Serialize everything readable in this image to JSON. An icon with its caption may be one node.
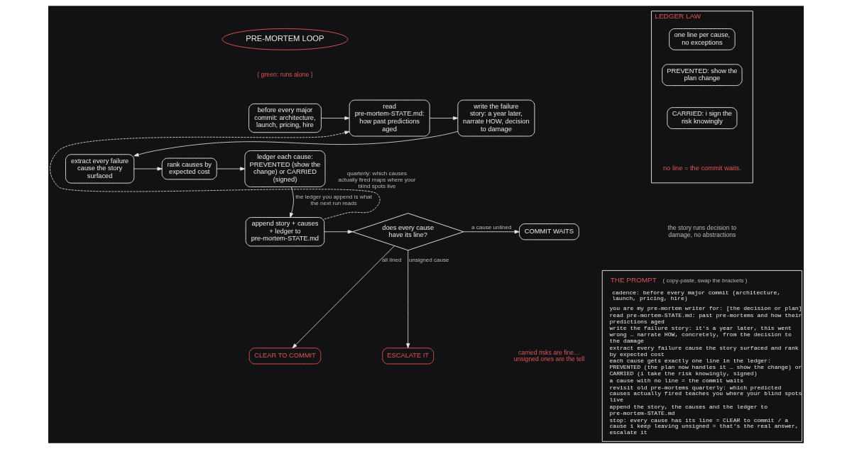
{
  "diagram": {
    "nodes": [
      {
        "text": [
          "PRE-MORTEM LOOP"
        ],
        "beside": [
          "( green: runs alone )"
        ]
      },
      {
        "text": [
          "before every major commit: architecture, launch, pricing, hire"
        ]
      },
      {
        "text": [
          "read pre-mortem-STATE.md: how past predictions aged"
        ]
      },
      {
        "text": [
          "write the failure story: a year later, narrate HOW, decision to damage"
        ]
      },
      {
        "text": [
          "extract every failure cause the story surfaced"
        ]
      },
      {
        "text": [
          "rank causes by expected cost"
        ]
      },
      {
        "text": [
          "ledger each cause: PREVENTED (show the change) or CARRIED (signed)"
        ]
      },
      {
        "text": [
          "append story + causes + ledger to pre-mortem-STATE.md"
        ]
      },
      {
        "text": [
          "does every cause have its line?"
        ]
      },
      {
        "text": [
          "COMMIT WAITS"
        ]
      },
      {
        "text": [
          "CLEAR TO COMMIT"
        ]
      },
      {
        "text": [
          "ESCALATE IT"
        ]
      },
      {
        "text": [
          "LEDGER LAW",
          "no line = the commit waits."
        ]
      },
      {
        "text": [
          "one line per cause, no exceptions"
        ],
        "in": 12
      },
      {
        "text": [
          "PREVENTED: show the plan change"
        ],
        "in": 12
      },
      {
        "text": [
          "CARRIED: i sign the risk knowingly"
        ],
        "in": 12
      },
      {
        "text": [
          "THE PROMPT",
          "( copy-paste, swap the brackets )",
          "cadence: before every major commit (architecture, launch, pricing, hire)",
          "you are my pre-mortem writer for: [the decision or plan]",
          "read pre-mortem-STATE.md: past pre-mortems and how their predictions aged",
          "write the failure story: it's a year later, this went wrong … narrate HOW, concretely, from the decision to the damage",
          "extract every failure cause the story surfaced and rank by expected cost",
          "each cause gets exactly one line in the ledger: PREVENTED (the plan now handles it … show the change) or CARRIED (i take the risk knowingly, signed)",
          "a cause with no line = the commit waits",
          "revisit old pre-mortems quarterly: which predicted causes actually fired teaches you where your blind spots live",
          "append the story, the causes and the ledger to pre-mortem-STATE.md",
          "stop: every cause has its line = CLEAR to commit / a cause i keep leaving unsigned = that's the real answer, escalate it"
        ]
      }
    ],
    "edges": [
      {
        "from": 1,
        "to": 2,
        "arrow": "to"
      },
      {
        "from": 2,
        "to": 3,
        "arrow": "to"
      },
      {
        "from": 3,
        "to": 4,
        "arrow": "to"
      },
      {
        "from": 4,
        "to": 5,
        "arrow": "to"
      },
      {
        "from": 5,
        "to": 6,
        "arrow": "to"
      },
      {
        "from": 6,
        "to": 7,
        "arrow": "to",
        "label": "the ledger you append is what the next run reads"
      },
      {
        "from": 7,
        "to": 8,
        "arrow": "to"
      },
      {
        "from": 8,
        "to": 9,
        "arrow": "to",
        "label": "a cause unlined"
      },
      {
        "from": 8,
        "to": 10,
        "arrow": "to",
        "label": "all lined"
      },
      {
        "from": 8,
        "to": 11,
        "arrow": "to",
        "label": "unsigned cause"
      },
      {
        "from": 7,
        "to": 2,
        "arrow": "to",
        "style": "dashed",
        "label": "quarterly: which causes actually fired maps where your blind spots live"
      }
    ],
    "labels": [
      "carried risks are fine… unsigned ones are the tell",
      "the story runs decision to damage, no abstractions"
    ]
  }
}
